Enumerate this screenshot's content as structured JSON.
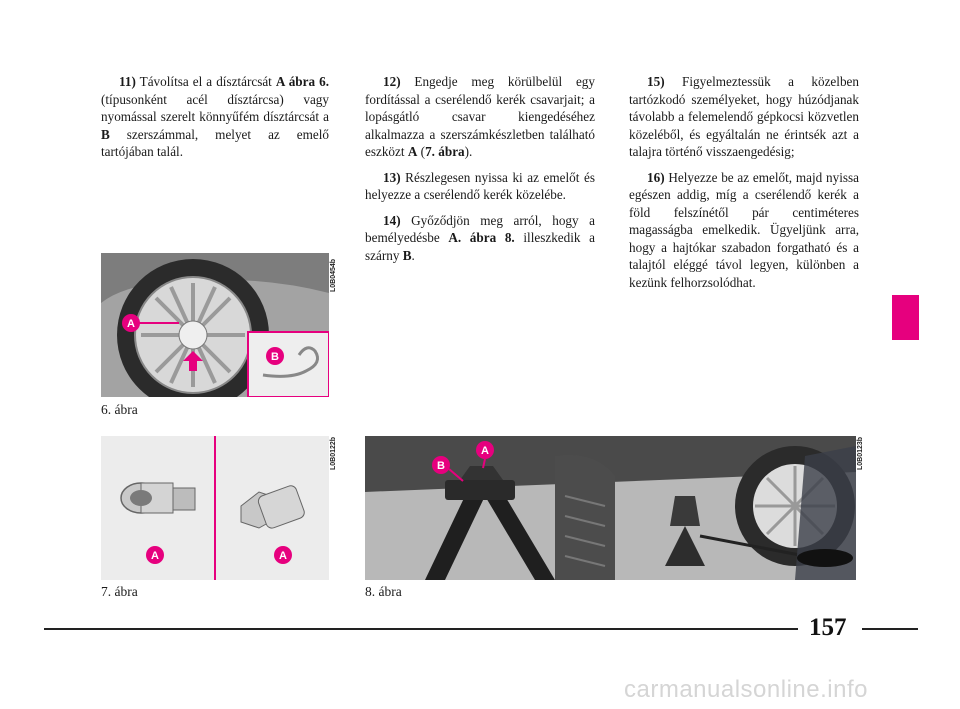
{
  "page": {
    "number": "157",
    "tab_color": "#e6007e",
    "watermark": "carmanualsonline.info"
  },
  "col1": {
    "p11": {
      "num": "11)",
      "pre": " Távolítsa el a dísztárcsát ",
      "ref": "A ábra 6.",
      "post": " (típusonként acél dísztárcsa) vagy nyomással szerelt könnyűfém dísztárcsát a ",
      "ref2": "B",
      "post2": " szerszámmal, melyet az emelő tartójában talál."
    }
  },
  "col2": {
    "p12": {
      "num": "12)",
      "pre": " Engedje meg körülbelül egy fordítással a cserélendő kerék csavarjait; a lopásgátló csavar kiengedéséhez alkalmazza a szerszámkészletben található eszközt ",
      "ref": "A",
      "mid": " (",
      "ref2": "7. ábra",
      "post": ")."
    },
    "p13": {
      "num": "13)",
      "text": " Részlegesen nyissa ki az emelőt és helyezze a cserélendő kerék közelébe."
    },
    "p14": {
      "num": "14)",
      "pre": " Győződjön meg arról, hogy a bemélyedésbe ",
      "ref": "A. ábra 8.",
      "mid": " illeszkedik a szárny ",
      "ref2": "B",
      "post": "."
    }
  },
  "col3": {
    "p15": {
      "num": "15)",
      "text": " Figyelmeztessük a közelben tartózkodó személyeket, hogy húzódjanak távolabb a felemelendő gépkocsi közvetlen közeléből, és egyáltalán ne érintsék azt a talajra történő visszaengedésig;"
    },
    "p16": {
      "num": "16)",
      "text": " Helyezze be az emelőt, majd nyissa egészen addig, míg a cserélendő kerék a föld felszínétől pár centiméteres magasságba emelkedik. Ügyeljünk arra, hogy a hajtókar szabadon forgatható és a talajtól eléggé távol legyen, különben a kezünk felhorzsolódhat."
    }
  },
  "figures": {
    "fig6": {
      "caption": "6. ábra",
      "code": "L0B0454b",
      "label_a": "A",
      "label_b": "B"
    },
    "fig7": {
      "caption": "7. ábra",
      "code": "L0B0122b",
      "label_a1": "A",
      "label_a2": "A"
    },
    "fig8": {
      "caption": "8. ábra",
      "code": "L0B0123b",
      "label_a": "A",
      "label_b": "B"
    }
  }
}
